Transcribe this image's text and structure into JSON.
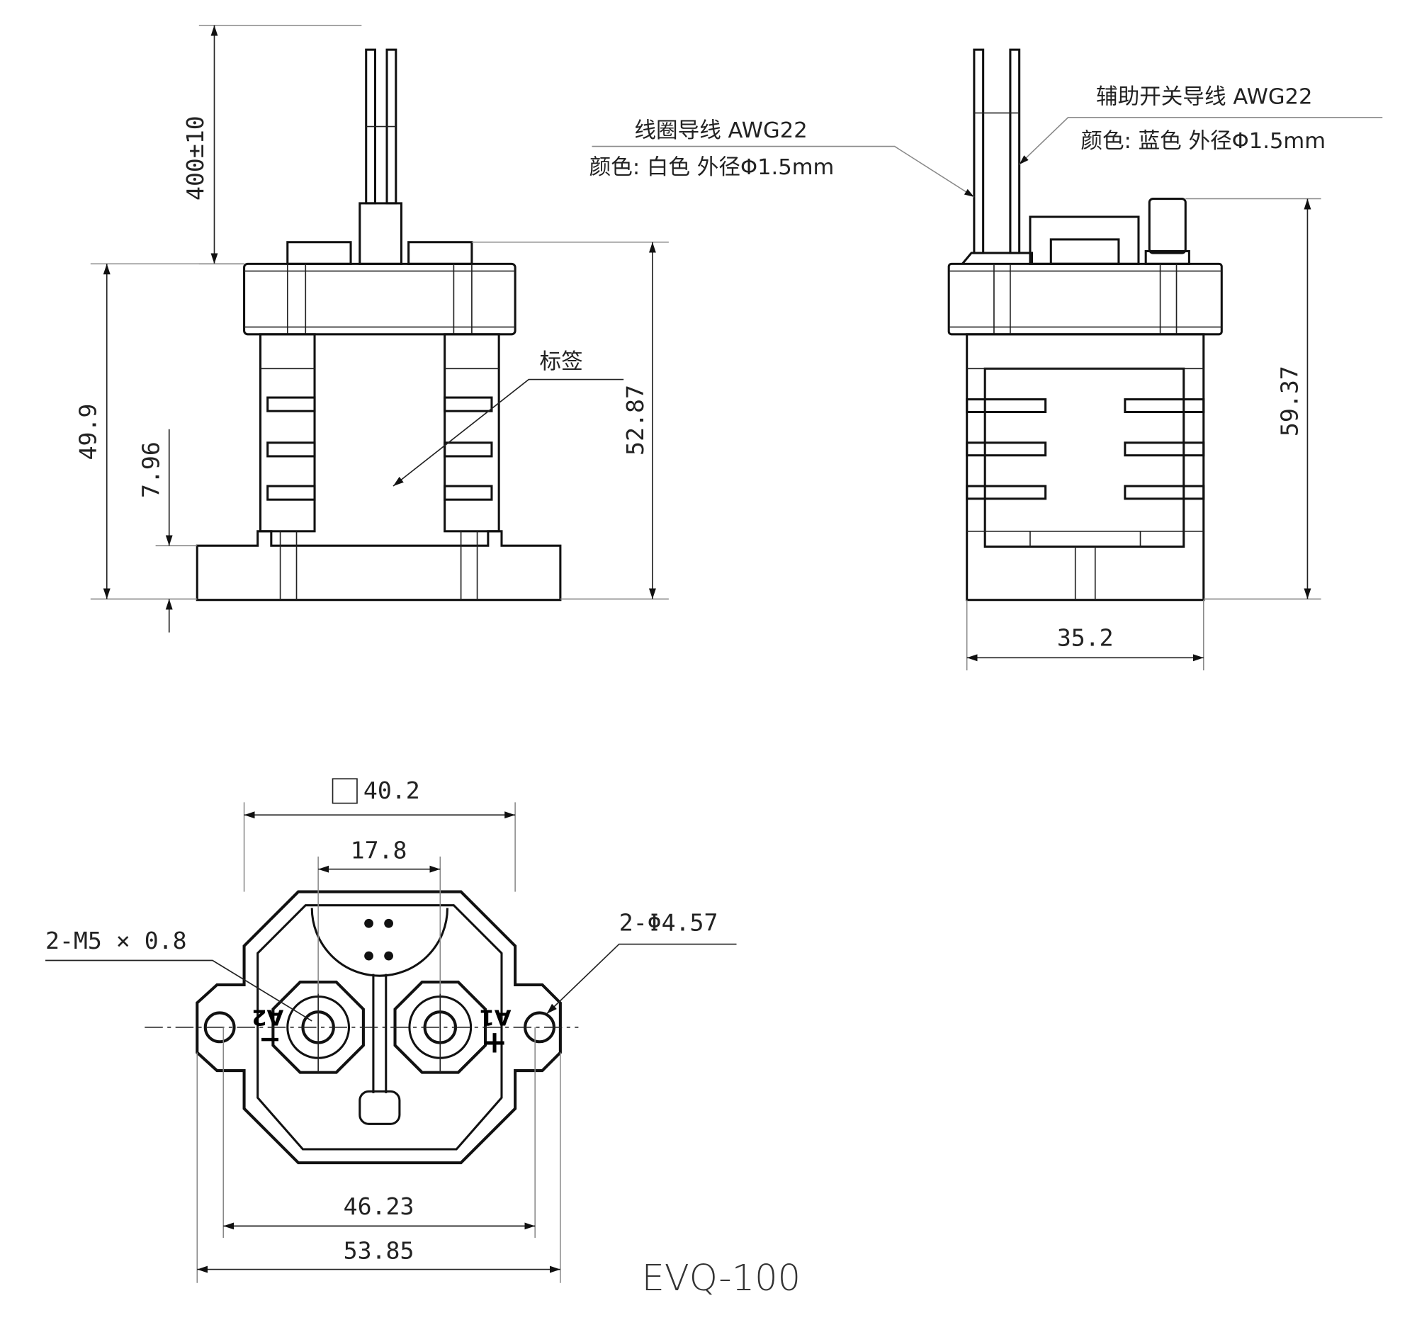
{
  "front_view": {
    "dim_wire_length": "400±10",
    "dim_height_body": "49.9",
    "dim_base_height": "7.96",
    "dim_height_total": "52.87",
    "label_callout": "标签"
  },
  "side_view": {
    "coil_wire": {
      "line1": "线圈导线  AWG22",
      "line2": "颜色: 白色   外径Φ1.5mm"
    },
    "aux_wire": {
      "line1": "辅助开关导线  AWG22",
      "line2": "颜色: 蓝色  外径Φ1.5mm"
    },
    "dim_height": "59.37",
    "dim_width": "35.2"
  },
  "bottom_view": {
    "dim_square": "40.2",
    "dim_terminal_pitch": "17.8",
    "dim_mount_holes": "46.23",
    "dim_overall_width": "53.85",
    "thread_callout": "2-M5 × 0.8",
    "hole_callout": "2-Φ4.57",
    "terminal_left": "A2",
    "terminal_right": "A1",
    "polarity_left": "−",
    "polarity_right": "+"
  },
  "model": "EVQ-100"
}
